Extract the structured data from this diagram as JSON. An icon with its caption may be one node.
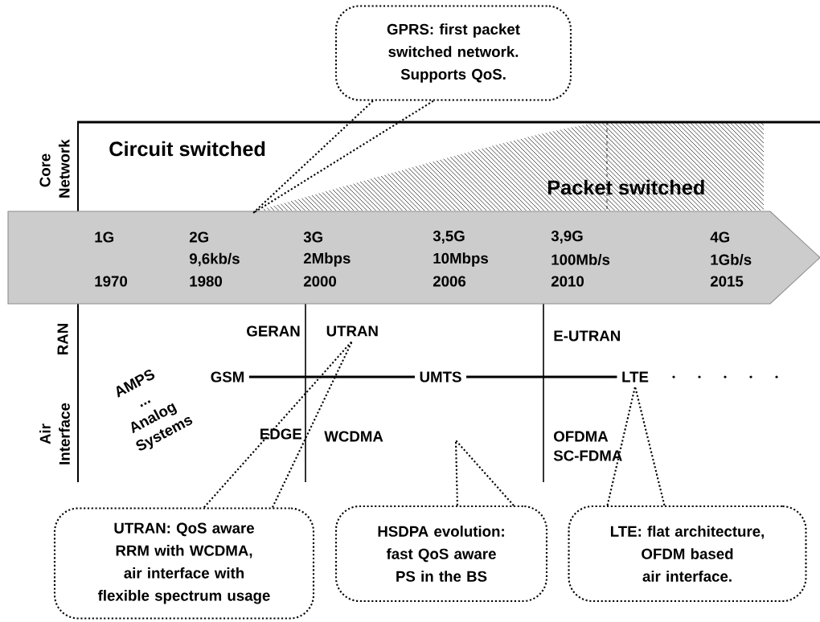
{
  "diagram": {
    "nodes": [
      {
        "text": [
          "GPRS: first packet switched network. Supports QoS."
        ]
      },
      {
        "text": [
          "1G",
          "1970",
          "2G",
          "9,6kb/s",
          "1980",
          "3G",
          "2Mbps",
          "2000",
          "3,5G",
          "10Mbps",
          "2006",
          "3,9G",
          "100Mb/s",
          "2010",
          "4G",
          "1Gb/s",
          "2015"
        ]
      },
      {
        "text": [
          "UTRAN"
        ]
      },
      {
        "text": [
          "GSM"
        ]
      },
      {
        "text": [
          "UMTS"
        ]
      },
      {
        "text": [
          "LTE"
        ]
      },
      {
        "text": [
          "UTRAN: QoS aware RRM with WCDMA, air interface with flexible spectrum usage"
        ]
      },
      {
        "text": [
          "HSDPA evolution: fast QoS aware PS in the BS"
        ]
      },
      {
        "text": [
          "LTE: flat architecture, OFDM based air interface."
        ]
      }
    ],
    "edges": [
      {
        "from": 0,
        "to": null,
        "arrow": "none",
        "style": "dashed"
      },
      {
        "from": 3,
        "to": 4,
        "arrow": "none"
      },
      {
        "from": 4,
        "to": 5,
        "arrow": "none"
      },
      {
        "from": 6,
        "to": 2,
        "arrow": "none",
        "style": "dashed"
      },
      {
        "from": 7,
        "to": null,
        "arrow": "none",
        "style": "dashed"
      },
      {
        "from": 8,
        "to": 5,
        "arrow": "none",
        "style": "dashed"
      }
    ],
    "labels": [
      "Core Network",
      "Circuit switched",
      "Packet switched",
      "RAN",
      "GERAN",
      "E-UTRAN",
      "AMPS ... Analog Systems",
      "EDGE",
      "WCDMA",
      "OFDMA SC-FDMA",
      "Air Interface"
    ]
  }
}
